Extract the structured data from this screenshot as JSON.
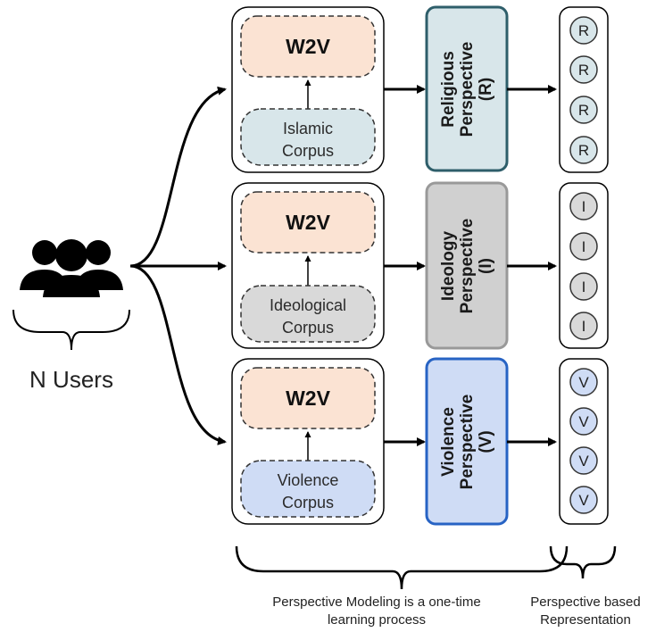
{
  "users": {
    "icon": "users-group-icon",
    "label": "N Users"
  },
  "modules": [
    {
      "id": "religious",
      "w2v_label": "W2V",
      "corpus_line1": "Islamic",
      "corpus_line2": "Corpus",
      "perspective_line1": "Religious",
      "perspective_line2": "Perspective",
      "perspective_line3": "(R)",
      "rep_letter": "R",
      "colors": {
        "corpus_fill": "#d8e6ea",
        "perspective_fill": "#d8e6ea",
        "perspective_stroke": "#2e5e6a",
        "rep_fill": "#d8e6ea"
      }
    },
    {
      "id": "ideology",
      "w2v_label": "W2V",
      "corpus_line1": "Ideological",
      "corpus_line2": "Corpus",
      "perspective_line1": "Ideology",
      "perspective_line2": "Perspective",
      "perspective_line3": "(I)",
      "rep_letter": "I",
      "colors": {
        "corpus_fill": "#d9d9d9",
        "perspective_fill": "#d0d0d0",
        "perspective_stroke": "#999999",
        "rep_fill": "#d9d9d9"
      }
    },
    {
      "id": "violence",
      "w2v_label": "W2V",
      "corpus_line1": "Violence",
      "corpus_line2": "Corpus",
      "perspective_line1": "Violence",
      "perspective_line2": "Perspective",
      "perspective_line3": "(V)",
      "rep_letter": "V",
      "colors": {
        "corpus_fill": "#cfdcf5",
        "perspective_fill": "#cfdcf5",
        "perspective_stroke": "#2763c4",
        "rep_fill": "#cfdcf5"
      }
    }
  ],
  "w2v_fill": "#fbe3d3",
  "captions": {
    "modeling_line1": "Perspective Modeling is a one-time",
    "modeling_line2": "learning process",
    "representation_line1": "Perspective based",
    "representation_line2": "Representation"
  }
}
